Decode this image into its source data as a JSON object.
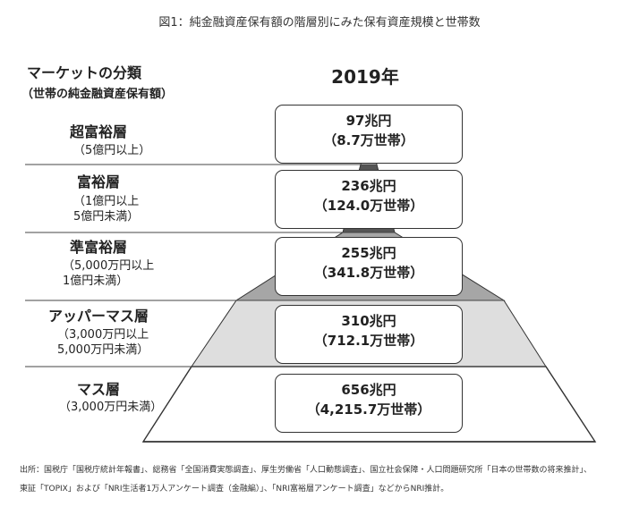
{
  "title": "図1：純金融資産保有額の階層別にみた保有資産規模と世帯数",
  "left_header": {
    "heading": "マーケットの分類",
    "subheading": "（世帯の純金融資産保有額）"
  },
  "year": "2019年",
  "tiers": [
    {
      "name": "超富裕層",
      "range": "（5億円以上）",
      "amount": "97兆円",
      "households": "（8.7万世帯）",
      "fill": "#ffffff"
    },
    {
      "name": "富裕層",
      "range": "（1億円以上\n5億円未満）",
      "amount": "236兆円",
      "households": "（124.0万世帯）",
      "fill": "#555555"
    },
    {
      "name": "準富裕層",
      "range": "（5,000万円以上\n1億円未満）",
      "amount": "255兆円",
      "households": "（341.8万世帯）",
      "fill": "#a6a6a6"
    },
    {
      "name": "アッパーマス層",
      "range": "（3,000万円以上\n5,000万円未満）",
      "amount": "310兆円",
      "households": "（712.1万世帯）",
      "fill": "#dedede"
    },
    {
      "name": "マス層",
      "range": "（3,000万円未満）",
      "amount": "656兆円",
      "households": "（4,215.7万世帯）",
      "fill": "#ffffff"
    }
  ],
  "source": "出所：国税庁「国税庁統計年報書」、総務省「全国消費実態調査」、厚生労働省「人口動態調査」、国立社会保障・人口問題研究所「日本の世帯数の将来推計」、東証「TOPIX」および「NRI生活者1万人アンケート調査（金融編）」、「NRI富裕層アンケート調査」などからNRI推計。"
}
